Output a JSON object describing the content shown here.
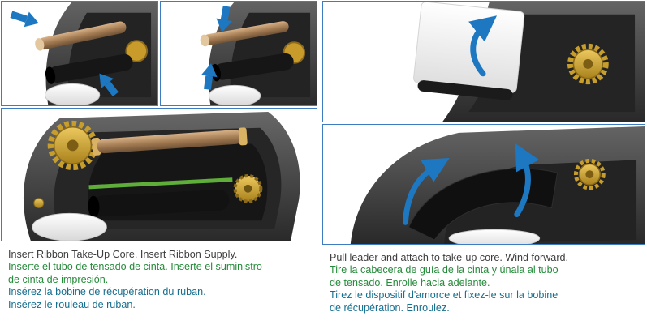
{
  "colors": {
    "border": "#3e7cc1",
    "arrow": "#1d78c1",
    "text-en": "#3d3d3d",
    "text-es": "#258b3a",
    "text-fr": "#176f8f"
  },
  "figures": {
    "fig1": "insert-ribbon-take-up-core",
    "fig2": "insert-ribbon-supply",
    "fig3": "ribbon-core-and-supply-installed",
    "fig4": "pull-leader-over-take-up-core",
    "fig5": "wind-ribbon-forward"
  },
  "left": {
    "lines": [
      {
        "lang": "en",
        "text": "Insert Ribbon Take-Up Core. Insert Ribbon Supply."
      },
      {
        "lang": "es",
        "text": "Inserte el tubo de tensado de cinta. Inserte el suministro"
      },
      {
        "lang": "es",
        "text": "de cinta de impresión."
      },
      {
        "lang": "fr",
        "text": "Insérez la bobine de récupération du ruban."
      },
      {
        "lang": "fr",
        "text": "Insérez le rouleau de ruban."
      }
    ]
  },
  "right": {
    "lines": [
      {
        "lang": "en",
        "text": "Pull leader and attach to take-up core. Wind forward."
      },
      {
        "lang": "es",
        "text": "Tire la cabecera de guía de la cinta y únala al tubo"
      },
      {
        "lang": "es",
        "text": "de tensado. Enrolle hacia adelante."
      },
      {
        "lang": "fr",
        "text": "Tirez le dispositif d'amorce et fixez-le sur la bobine"
      },
      {
        "lang": "fr",
        "text": "de récupération. Enroulez."
      }
    ]
  }
}
